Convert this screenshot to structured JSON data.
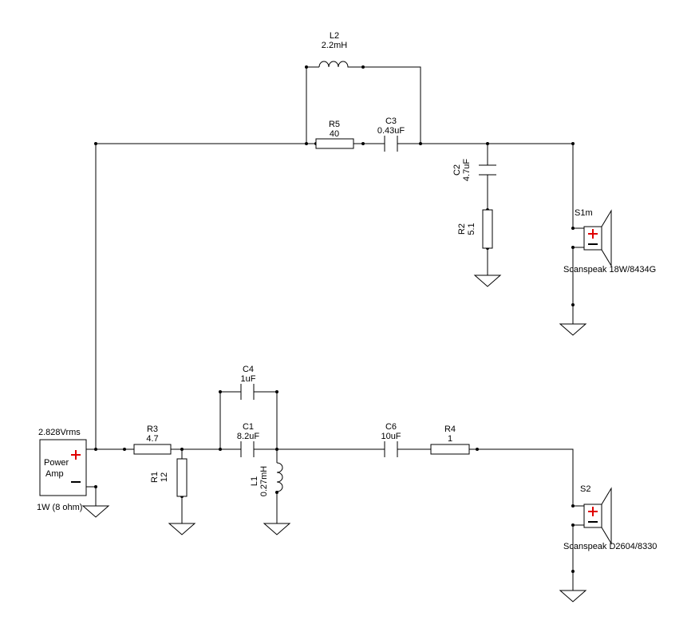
{
  "components": {
    "L2": {
      "ref": "L2",
      "value": "2.2mH"
    },
    "R5": {
      "ref": "R5",
      "value": "40"
    },
    "C3": {
      "ref": "C3",
      "value": "0.43uF"
    },
    "C2": {
      "ref": "C2",
      "value": "4.7uF"
    },
    "R2": {
      "ref": "R2",
      "value": "5.1"
    },
    "S1m": {
      "ref": "S1m",
      "model": "Scanspeak 18W/8434G"
    },
    "C4": {
      "ref": "C4",
      "value": "1uF"
    },
    "C1": {
      "ref": "C1",
      "value": "8.2uF"
    },
    "L1": {
      "ref": "L1",
      "value": "0.27mH"
    },
    "R3": {
      "ref": "R3",
      "value": "4.7"
    },
    "R1": {
      "ref": "R1",
      "value": "12"
    },
    "C6": {
      "ref": "C6",
      "value": "10uF"
    },
    "R4": {
      "ref": "R4",
      "value": "1"
    },
    "S2": {
      "ref": "S2",
      "model": "Scanspeak D2604/8330"
    }
  },
  "source": {
    "voltage": "2.828Vrms",
    "label_line1": "Power",
    "label_line2": "Amp",
    "power": "1W (8 ohm)"
  },
  "colors": {
    "wire": "#000000",
    "polarity_plus": "#e00000"
  }
}
